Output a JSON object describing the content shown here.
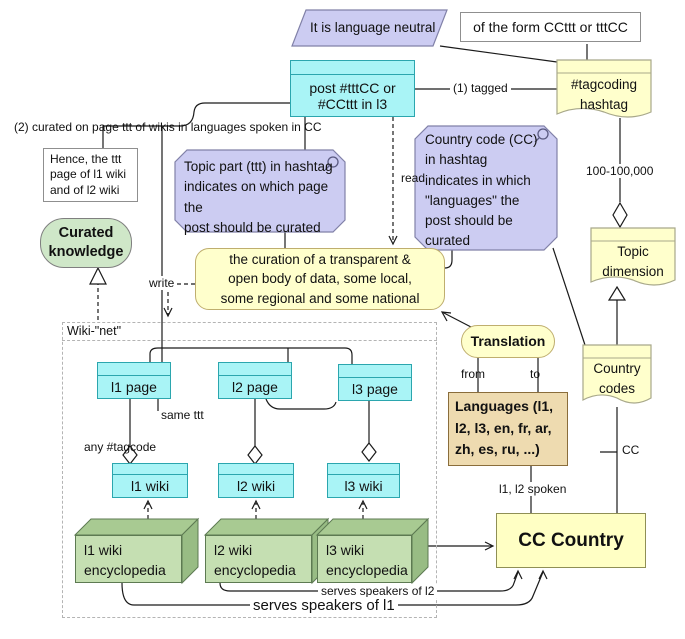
{
  "colors": {
    "cyan": "#a9f4f6",
    "cyan_border": "#2ba6ae",
    "purple": "#ccccf2",
    "purple_border": "#8181a8",
    "yellow": "#ffffcc",
    "yellow_note_border": "#a8a88a",
    "green_pill": "#cfe7c8",
    "cuboid_front": "#c5dfb2",
    "tan": "#eedbb0",
    "tan_border": "#8a6d3b",
    "country_yellow": "#ffffc4"
  },
  "nodes": {
    "language_neutral": "It is language neutral",
    "form_note": "of the form CCttt or tttCC",
    "post": "post #tttCC or\n#CCttt in l3",
    "hashtag": "#tagcoding\nhashtag",
    "topic_note": "Topic part (ttt) in hashtag\nindicates on which page the\npost should be curated",
    "country_note": "Country code (CC)\nin hashtag\nindicates in which\n\"languages\" the\npost should be\ncurated",
    "hence_note": "Hence, the ttt\npage of l1 wiki\nand of l2 wiki",
    "curated_knowledge": "Curated\nknowledge",
    "curation": "the curation of a transparent &\nopen body of data, some local,\nsome regional and some national",
    "topic_dimension": "Topic\ndimension",
    "country_codes": "Country\ncodes",
    "translation": "Translation",
    "languages": "Languages (l1,\nl2, l3, en, fr, ar,\nzh, es, ru, ...)",
    "cc_country": "CC Country",
    "wiki_net": "Wiki-\"net\"",
    "l1_page": "l1 page",
    "l2_page": "l2 page",
    "l3_page": "l3 page",
    "l1_wiki": "l1 wiki",
    "l2_wiki": "l2 wiki",
    "l3_wiki": "l3 wiki",
    "l1_encyclopedia": "l1 wiki\nencyclopedia",
    "l2_encyclopedia": "l2 wiki\nencyclopedia",
    "l3_encyclopedia": "l3 wiki\nencyclopedia"
  },
  "edges": {
    "tagged": "(1) tagged",
    "curated": "(2) curated on page ttt of wikis in languages spoken in CC",
    "read": "read",
    "write": "write",
    "multiplicity": "100-100,000",
    "from": "from",
    "to": "to",
    "same_ttt": "same ttt",
    "any_tagcode": "any #tagcode",
    "spoken": "l1, l2 spoken",
    "cc": "CC",
    "serves_l2": "serves speakers of l2",
    "serves_l1": "serves speakers of l1"
  }
}
